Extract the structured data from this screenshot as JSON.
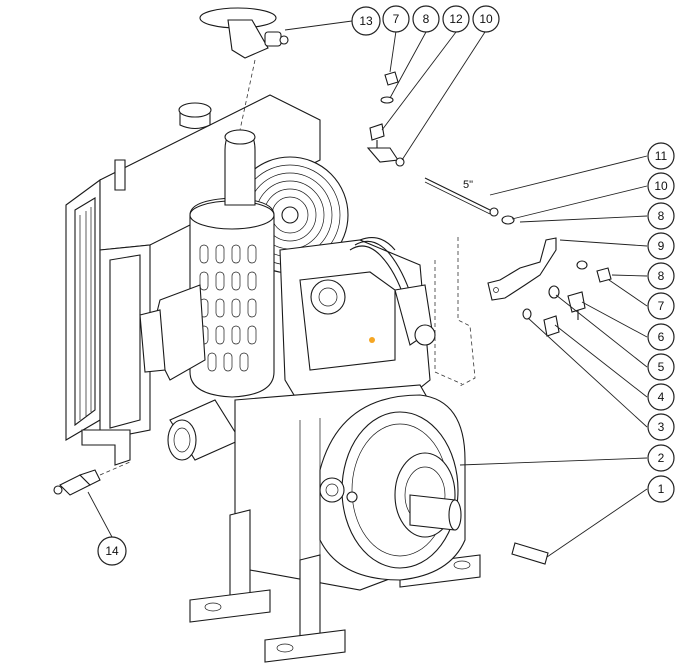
{
  "diagram": {
    "callouts": [
      {
        "id": "13",
        "label": "13"
      },
      {
        "id": "7a",
        "label": "7"
      },
      {
        "id": "8a",
        "label": "8"
      },
      {
        "id": "12",
        "label": "12"
      },
      {
        "id": "10a",
        "label": "10"
      },
      {
        "id": "11",
        "label": "11"
      },
      {
        "id": "10b",
        "label": "10"
      },
      {
        "id": "8b",
        "label": "8"
      },
      {
        "id": "9",
        "label": "9"
      },
      {
        "id": "8c",
        "label": "8"
      },
      {
        "id": "7b",
        "label": "7"
      },
      {
        "id": "6",
        "label": "6"
      },
      {
        "id": "5",
        "label": "5"
      },
      {
        "id": "4",
        "label": "4"
      },
      {
        "id": "3",
        "label": "3"
      },
      {
        "id": "2",
        "label": "2"
      },
      {
        "id": "1",
        "label": "1"
      },
      {
        "id": "14",
        "label": "14"
      }
    ],
    "dimension_label": "5\"",
    "accent_color": "#f5a623"
  }
}
